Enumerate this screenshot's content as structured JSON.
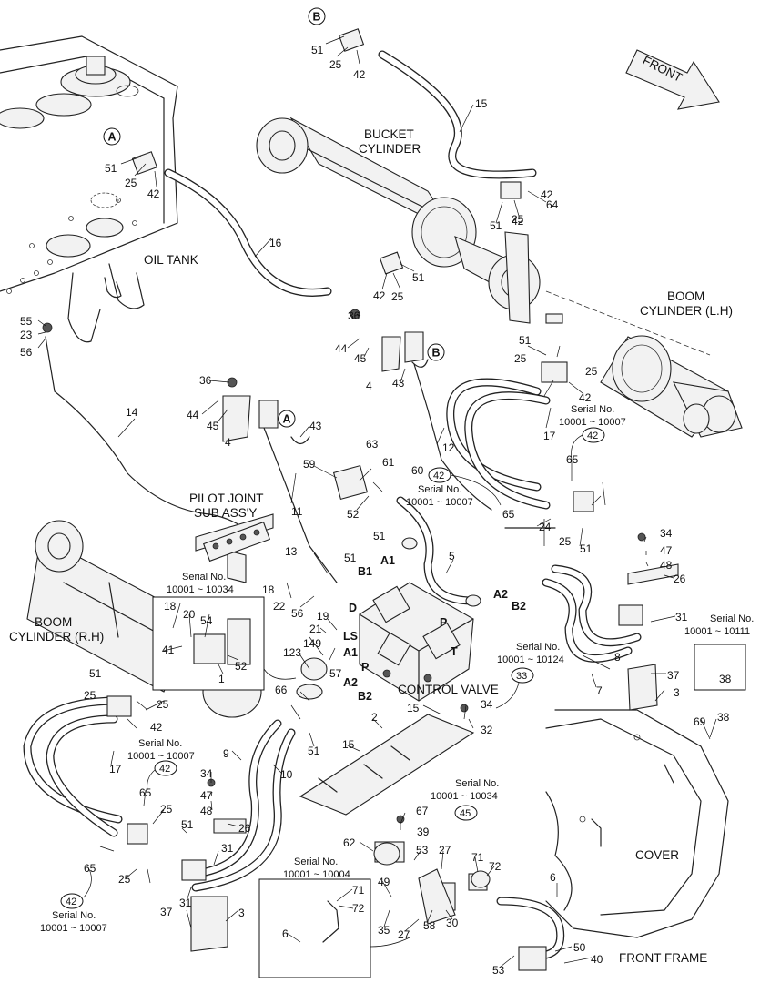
{
  "titles": {
    "bucket_cylinder": [
      "BUCKET",
      "CYLINDER"
    ],
    "oil_tank": "OIL TANK",
    "boom_cylinder_lh": [
      "BOOM",
      "CYLINDER (L.H)"
    ],
    "boom_cylinder_rh": [
      "BOOM",
      "CYLINDER (R.H)"
    ],
    "pilot_joint": [
      "PILOT JOINT",
      "SUB ASS'Y"
    ],
    "control_valve": "CONTROL VALVE",
    "cover": "COVER",
    "front_frame": "FRONT FRAME",
    "front_arrow": "FRONT"
  },
  "reference_letters": [
    "A",
    "B",
    "A",
    "B"
  ],
  "port_labels": [
    "B1",
    "A1",
    "A2",
    "B2",
    "D",
    "LS",
    "P",
    "A1",
    "A2",
    "B2",
    "P",
    "T"
  ],
  "serial_notes": [
    {
      "bubble": "42",
      "text": [
        "Serial No.",
        "10001 ~ 10007"
      ]
    },
    {
      "bubble": "42",
      "text": [
        "Serial No.",
        "10001 ~ 10007"
      ]
    },
    {
      "bubble": "42",
      "text": [
        "Serial No.",
        "10001 ~ 10007"
      ]
    },
    {
      "bubble": "42",
      "text": [
        "Serial No.",
        "10001 ~ 10007"
      ]
    },
    {
      "bubble": "33",
      "text": [
        "Serial No.",
        "10001 ~ 10124"
      ]
    },
    {
      "bubble": "45",
      "text": [
        "Serial No.",
        "10001 ~ 10034"
      ]
    },
    {
      "bubble": "",
      "text": [
        "Serial No.",
        "10001 ~ 10034"
      ]
    },
    {
      "bubble": "",
      "text": [
        "Serial No.",
        "10001 ~ 10111"
      ]
    },
    {
      "bubble": "",
      "text": [
        "Serial No.",
        "10001 ~ 10004"
      ]
    }
  ],
  "callouts": [
    "51",
    "25",
    "42",
    "15",
    "51",
    "25",
    "42",
    "16",
    "51",
    "25",
    "42",
    "64",
    "42",
    "51",
    "25",
    "42",
    "55",
    "23",
    "56",
    "14",
    "36",
    "44",
    "45",
    "4",
    "43",
    "36",
    "44",
    "45",
    "4",
    "43",
    "12",
    "51",
    "25",
    "25",
    "42",
    "17",
    "65",
    "59",
    "63",
    "61",
    "60",
    "52",
    "11",
    "13",
    "18",
    "22",
    "56",
    "51",
    "5",
    "51",
    "24",
    "25",
    "51",
    "65",
    "34",
    "47",
    "48",
    "26",
    "31",
    "8",
    "7",
    "37",
    "3",
    "38",
    "69",
    "38",
    "18",
    "20",
    "54",
    "41",
    "52",
    "1",
    "19",
    "21",
    "149",
    "57",
    "123",
    "15",
    "34",
    "32",
    "2",
    "15",
    "51",
    "66",
    "9",
    "10",
    "25",
    "25",
    "51",
    "42",
    "17",
    "34",
    "47",
    "48",
    "26",
    "25",
    "65",
    "51",
    "31",
    "31",
    "37",
    "3",
    "65",
    "25",
    "39",
    "67",
    "62",
    "53",
    "27",
    "71",
    "72",
    "49",
    "35",
    "27",
    "58",
    "30",
    "6",
    "71",
    "72",
    "6",
    "53",
    "50",
    "40"
  ]
}
